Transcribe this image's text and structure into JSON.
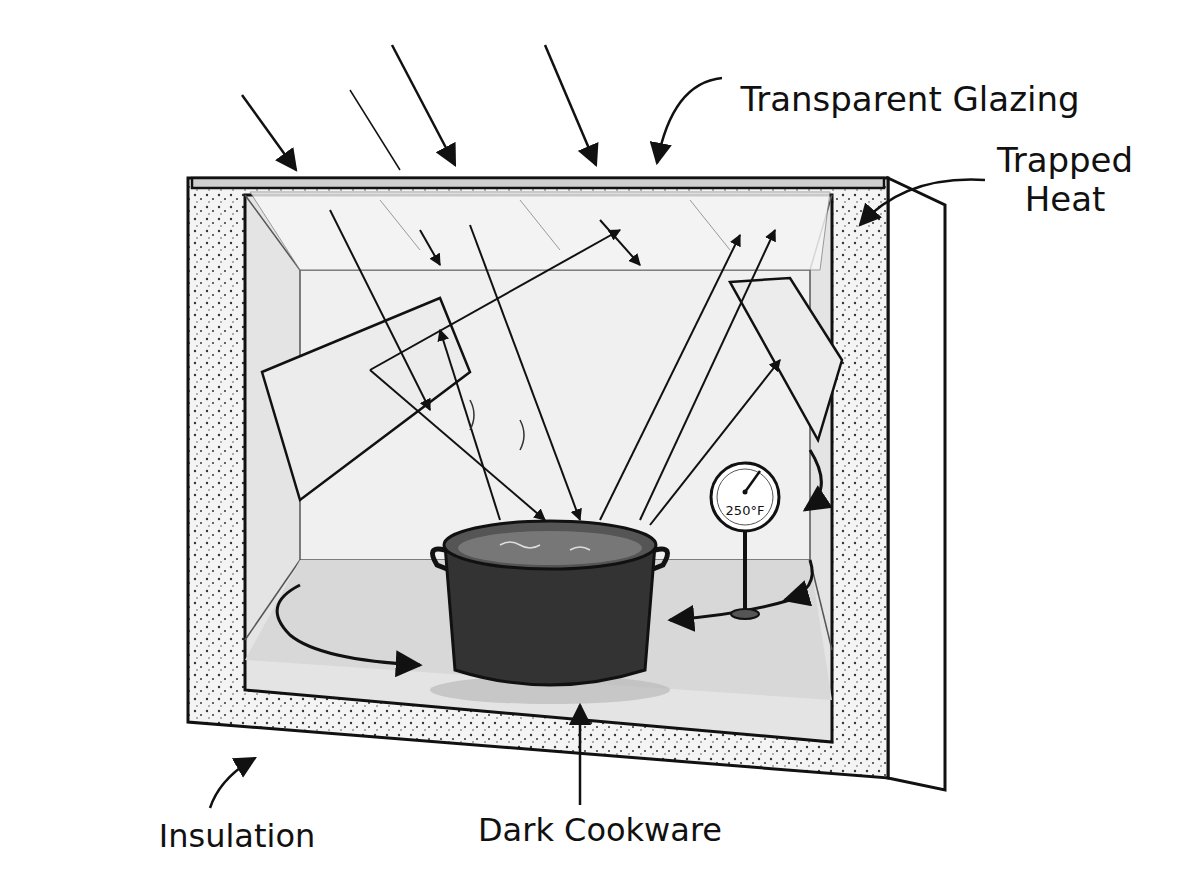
{
  "diagram": {
    "labels": [
      "Transparent Glazing",
      "Trapped Heat",
      "250°F",
      "Insulation",
      "Dark Cookware"
    ]
  }
}
